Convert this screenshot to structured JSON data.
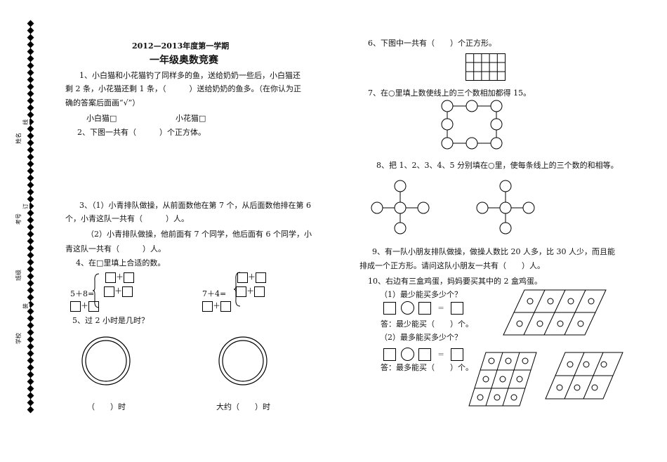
{
  "binding_strip": {
    "name_label": "姓名",
    "id_label": "考号",
    "class_label": "班级",
    "school_label": "学校",
    "line_char": "线",
    "bind_char": "订",
    "seal_char": "装"
  },
  "header": {
    "term": "2012—2013年度第一学期",
    "title": "一年级奥数竞赛"
  },
  "q1": {
    "text_line1": "1、小白猫和小花猫钓了同样多的鱼，送给奶奶一些后，小白猫还",
    "text_line2": "剩 2 条，小花猫还剩 1 条，（　　　）送给奶奶的鱼多。（在你认为正",
    "text_line3": "确的答案后面画“√”）",
    "option_a": "小白猫□",
    "option_b": "小花猫□"
  },
  "q2": {
    "text": "2、下图一共有（　　　）个正方体。"
  },
  "q3": {
    "part1_line1": "3、（1）小青排队做操，从前面数他在第 7 个，从后面数他排在第 6",
    "part1_line2": "个，小青这队一共有（　　　）人。",
    "part2_line1": "（2）小青排队做操，他前面有 7 个同学，他后面有 6 个同学，小",
    "part2_line2": "青这队一共有（　　　）人。"
  },
  "q4": {
    "text": "4、在□里填上合适的数。",
    "expr_left": "5＋8=",
    "expr_right": "7＋4=",
    "plus": "＋"
  },
  "q5": {
    "text": "5、过 2 小时是几时？",
    "answer_left": "（　　）时",
    "answer_right": "大约（　　）时"
  },
  "q6": {
    "text": "6、下图中一共有（　　）个正方形。"
  },
  "q7": {
    "text": "7、在○里填上数使线上的三个数相加都得 15。"
  },
  "q8": {
    "text": "8、把 1、2、3、4、5 分别填在○里，使每条线上的三个数的和相等。"
  },
  "q9": {
    "line1": "9、有一队小朋友排队做操，做操人数比 20 人多，比 30 人少，而且能",
    "line2": "排成一个正方形。请问这队小朋友一共有（　　）人。"
  },
  "q10": {
    "text": "10、右边有三盒鸡蛋，妈妈要买其中的 2 盒鸡蛋。",
    "sub1": "（1）最少能买多少个？",
    "ans1": "答：最少能买（　　）个。",
    "sub2": "（2）最多能买多少个？",
    "ans2": "答：最多能买（　　）个。",
    "equals": "="
  }
}
